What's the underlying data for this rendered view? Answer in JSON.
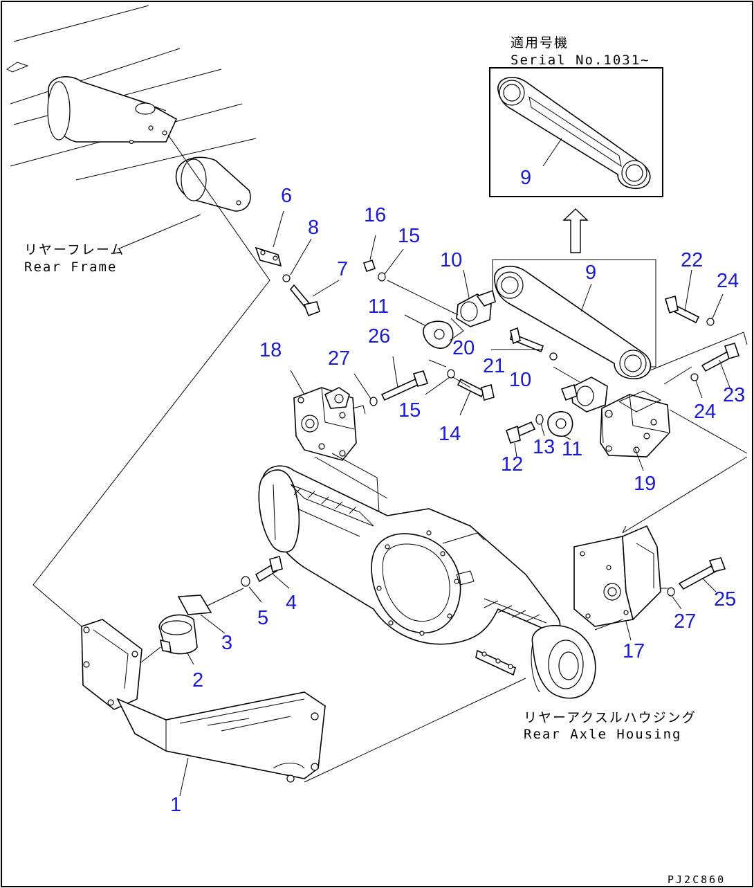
{
  "notes": {
    "serial_jp": "適用号機",
    "serial_en": "Serial No.1031~",
    "rear_frame_jp": "リヤーフレーム",
    "rear_frame_en": "Rear Frame",
    "rear_axle_jp": "リヤーアクスルハウジング",
    "rear_axle_en": "Rear Axle Housing",
    "drawing_code": "PJ2C860"
  },
  "callouts": {
    "c1": "1",
    "c2": "2",
    "c3": "3",
    "c4": "4",
    "c5": "5",
    "c6": "6",
    "c7": "7",
    "c8": "8",
    "c9_inset": "9",
    "c9": "9",
    "c10_top": "10",
    "c10_bottom": "10",
    "c11_top": "11",
    "c11_bottom": "11",
    "c12": "12",
    "c13": "13",
    "c14": "14",
    "c15_top": "15",
    "c15_bottom": "15",
    "c16": "16",
    "c17": "17",
    "c18": "18",
    "c19": "19",
    "c20": "20",
    "c21": "21",
    "c22": "22",
    "c23": "23",
    "c24_top": "24",
    "c24_bottom": "24",
    "c25": "25",
    "c26": "26",
    "c27_left": "27",
    "c27_right": "27"
  },
  "colors": {
    "callout": "#1a1ad6",
    "line": "#000000"
  }
}
